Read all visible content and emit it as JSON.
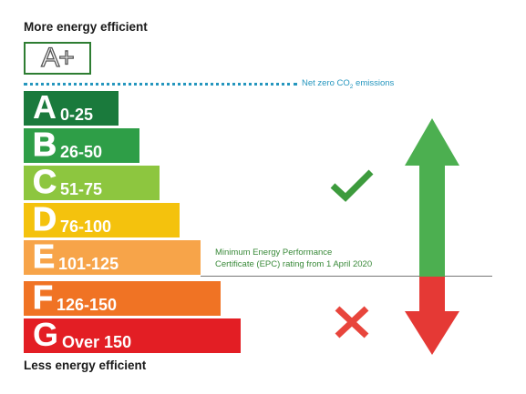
{
  "labels": {
    "top": "More energy efficient",
    "bottom": "Less energy efficient",
    "aplus": "A+",
    "net_zero": "Net zero CO",
    "net_zero_sub": "2",
    "net_zero_suffix": " emissions",
    "minimum_line1": "Minimum Energy Performance",
    "minimum_line2": "Certificate (EPC) rating from 1 April 2020"
  },
  "bands": [
    {
      "letter": "A",
      "range": "0-25",
      "color": "#1a7a3c"
    },
    {
      "letter": "B",
      "range": "26-50",
      "color": "#2e9e47"
    },
    {
      "letter": "C",
      "range": "51-75",
      "color": "#8dc63f"
    },
    {
      "letter": "D",
      "range": "76-100",
      "color": "#f4c20d"
    },
    {
      "letter": "E",
      "range": "101-125",
      "color": "#f7a449"
    },
    {
      "letter": "F",
      "range": "126-150",
      "color": "#f07324"
    },
    {
      "letter": "G",
      "range": "Over 150",
      "color": "#e31e24"
    }
  ],
  "icons": {
    "pass": "check-icon",
    "fail": "cross-icon",
    "arrow_up_color": "#4caf50",
    "arrow_down_color": "#e53935"
  }
}
